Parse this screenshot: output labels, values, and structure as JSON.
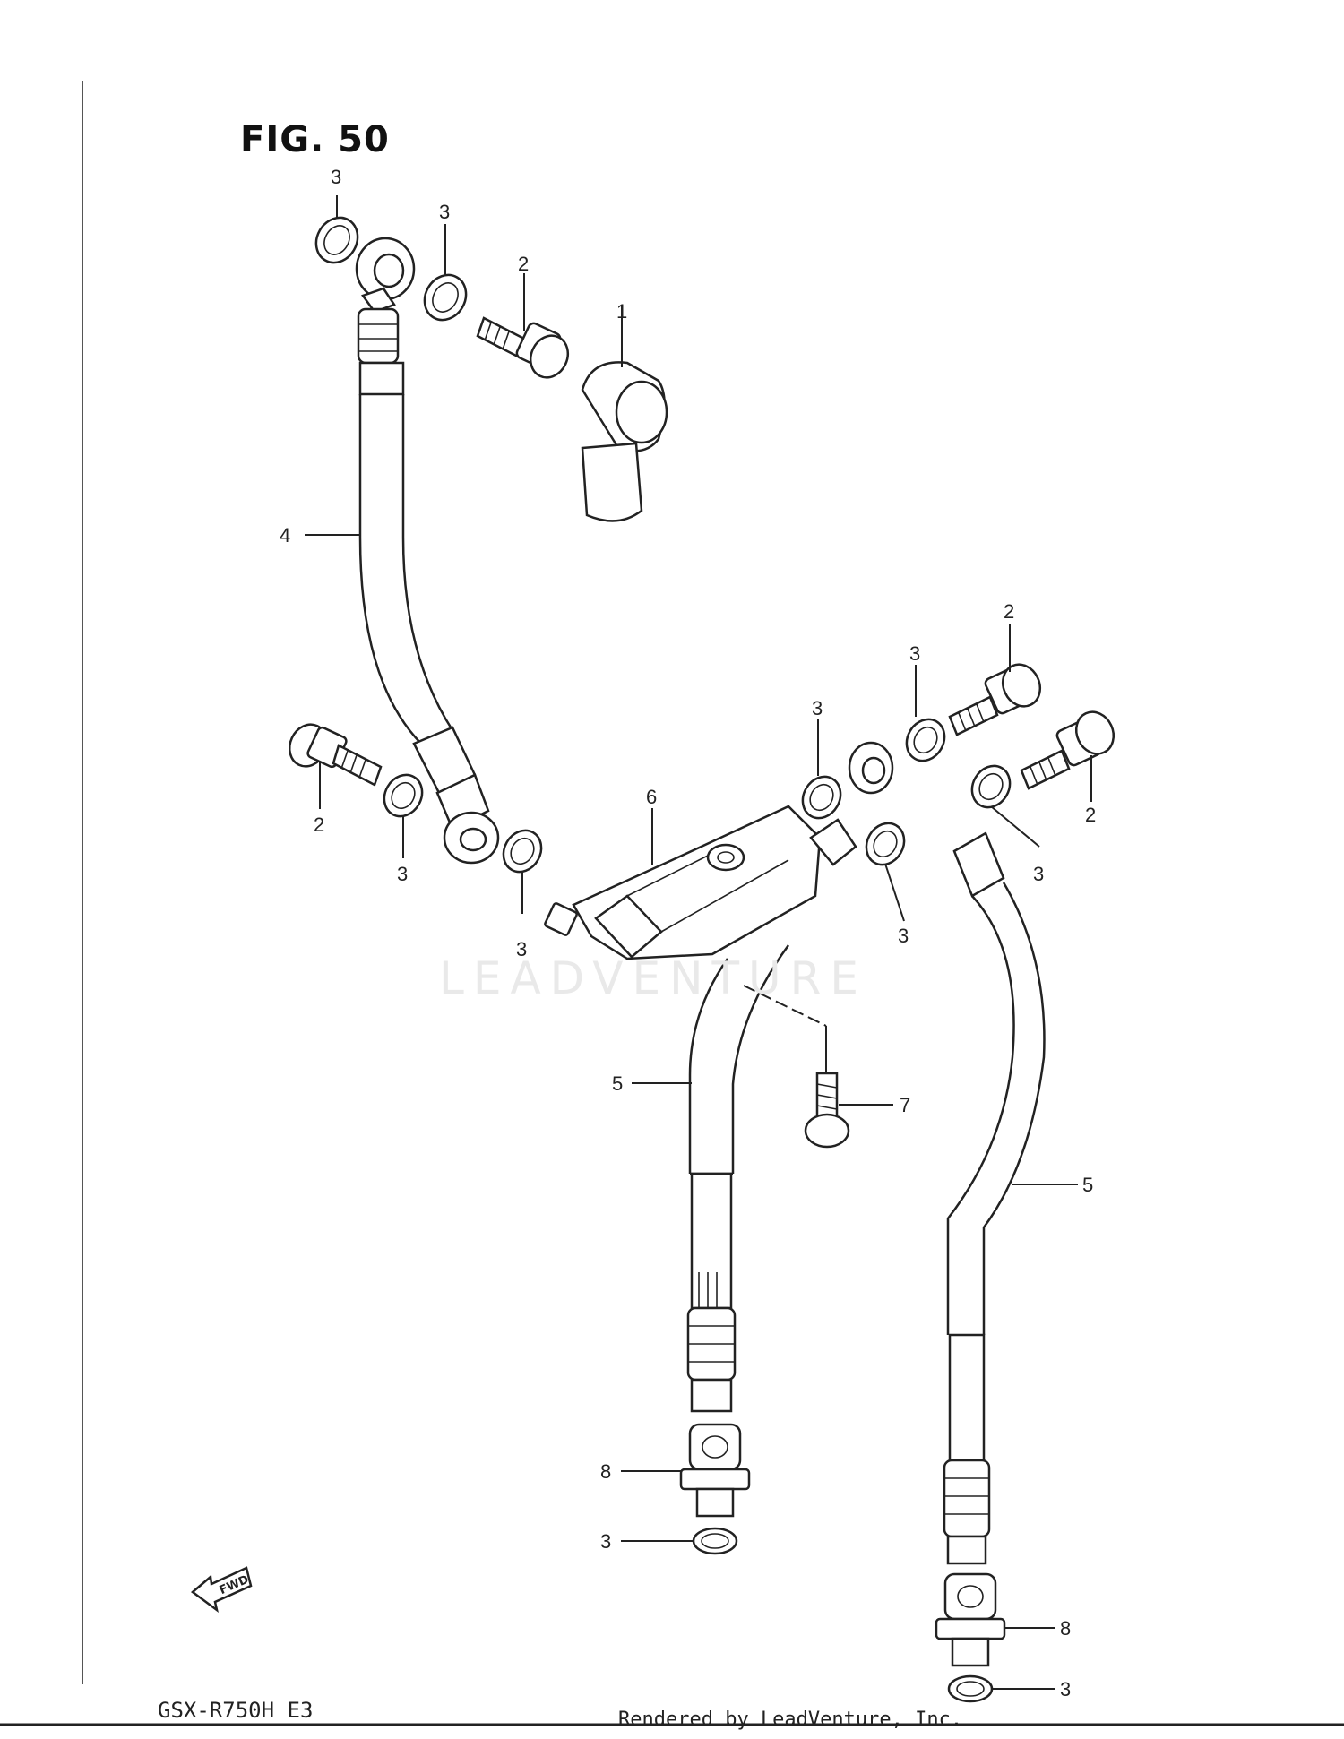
{
  "figure": {
    "title": "FIG. 50",
    "model_code": "GSX-R750H  E3",
    "rendered_by": "Rendered by LeadVenture, Inc.",
    "watermark": "LEADVENTURE",
    "fwd_label": "FWD"
  },
  "callouts": {
    "c3_top_a": "3",
    "c3_top_b": "3",
    "c2_top": "2",
    "c1": "1",
    "c4": "4",
    "c2_right_top": "2",
    "c3_right_a": "3",
    "c3_mid_a": "3",
    "c2_left": "2",
    "c3_left": "3",
    "c6": "6",
    "c3_mid_b": "3",
    "c2_right_bottom": "2",
    "c3_right_b": "3",
    "c3_right_c": "3",
    "c5_left": "5",
    "c7": "7",
    "c5_right": "5",
    "c8_left": "8",
    "c3_bottom_left": "3",
    "c8_right": "8",
    "c3_bottom_right": "3"
  }
}
